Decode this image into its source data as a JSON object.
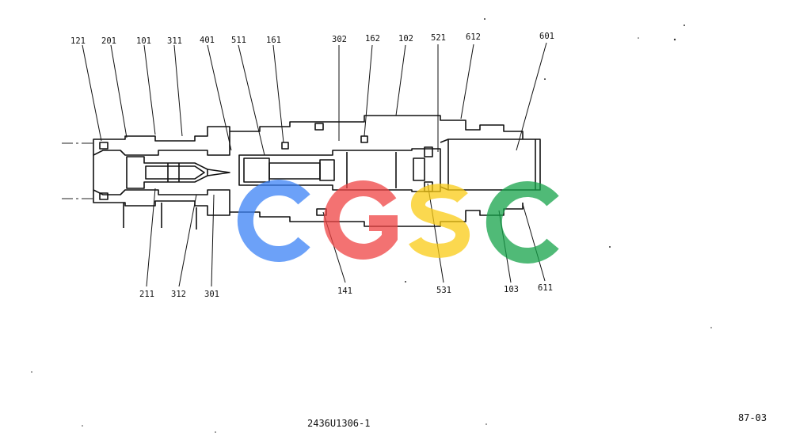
{
  "callouts_top": [
    "121",
    "201",
    "101",
    "311",
    "401",
    "511",
    "161",
    "302",
    "162",
    "102",
    "521",
    "612",
    "601"
  ],
  "callouts_bottom": [
    "211",
    "312",
    "301",
    "141",
    "531",
    "103",
    "611"
  ],
  "watermark": {
    "text": "CGSC",
    "colors": [
      "#3b82f6",
      "#ef4444",
      "#facc15",
      "#16a34a"
    ]
  },
  "drawing_number": "2436U1306-1",
  "page_number": "87-03"
}
